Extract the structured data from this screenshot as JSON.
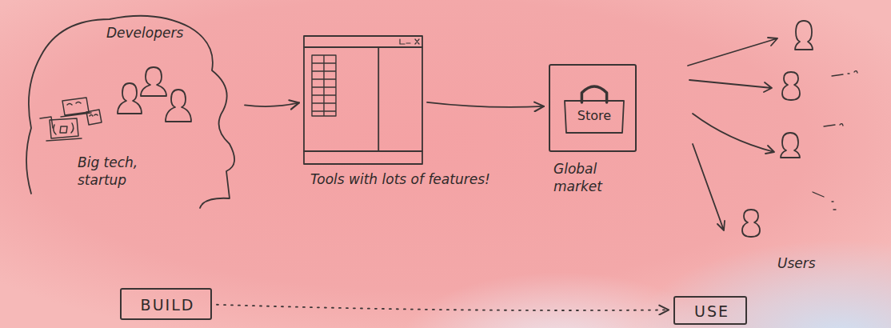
{
  "diagram": {
    "nodes": [
      {
        "text": [
          "Developers",
          "Big tech, startup"
        ]
      },
      {
        "text": [
          "Tools with lots of features!"
        ]
      },
      {
        "text": [
          "Global market"
        ]
      },
      {
        "text": [
          "Store"
        ],
        "in": 2
      },
      {
        "text": [
          "BUILD"
        ]
      },
      {
        "text": [
          "USE"
        ]
      }
    ],
    "edges": [
      {
        "from": 0,
        "to": 1,
        "arrow": "to"
      },
      {
        "from": 1,
        "to": 2,
        "arrow": "to"
      },
      {
        "from": 4,
        "to": 5,
        "arrow": "to"
      }
    ],
    "labels": [
      "Users"
    ]
  }
}
